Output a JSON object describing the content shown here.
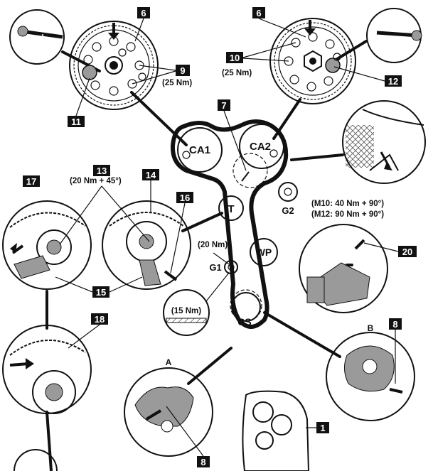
{
  "callouts": {
    "n1": "1",
    "n6a": "6",
    "n6b": "6",
    "n7": "7",
    "n8a": "8",
    "n8b": "8",
    "n9": "9",
    "n10": "10",
    "n11": "11",
    "n12": "12",
    "n13": "13",
    "n14": "14",
    "n15": "15",
    "n16": "16",
    "n17": "17",
    "n18": "18",
    "n20": "20"
  },
  "pulleys": {
    "ca1": "CA1",
    "ca2": "CA2",
    "t": "T",
    "wp": "WP",
    "cs": "CS",
    "g1": "G1",
    "g2": "G2"
  },
  "views": {
    "a": "A",
    "b": "B"
  },
  "specs": {
    "torque_9": "(25 Nm)",
    "torque_10": "(25 Nm)",
    "torque_13": "(20 Nm + 45°)",
    "torque_g1": "(20 Nm)",
    "torque_15": "(15 Nm)",
    "torque_g2_m10": "(M10: 40 Nm + 90°)",
    "torque_g2_m12": "(M12: 90 Nm + 90°)"
  },
  "icons": {
    "pin_tool_left": "locking-pin-icon",
    "pin_tool_right": "locking-pin-icon",
    "stud": "threaded-stud-icon"
  },
  "colors": {
    "ink": "#111111",
    "paper": "#ffffff",
    "shade": "#9a9a9a"
  }
}
